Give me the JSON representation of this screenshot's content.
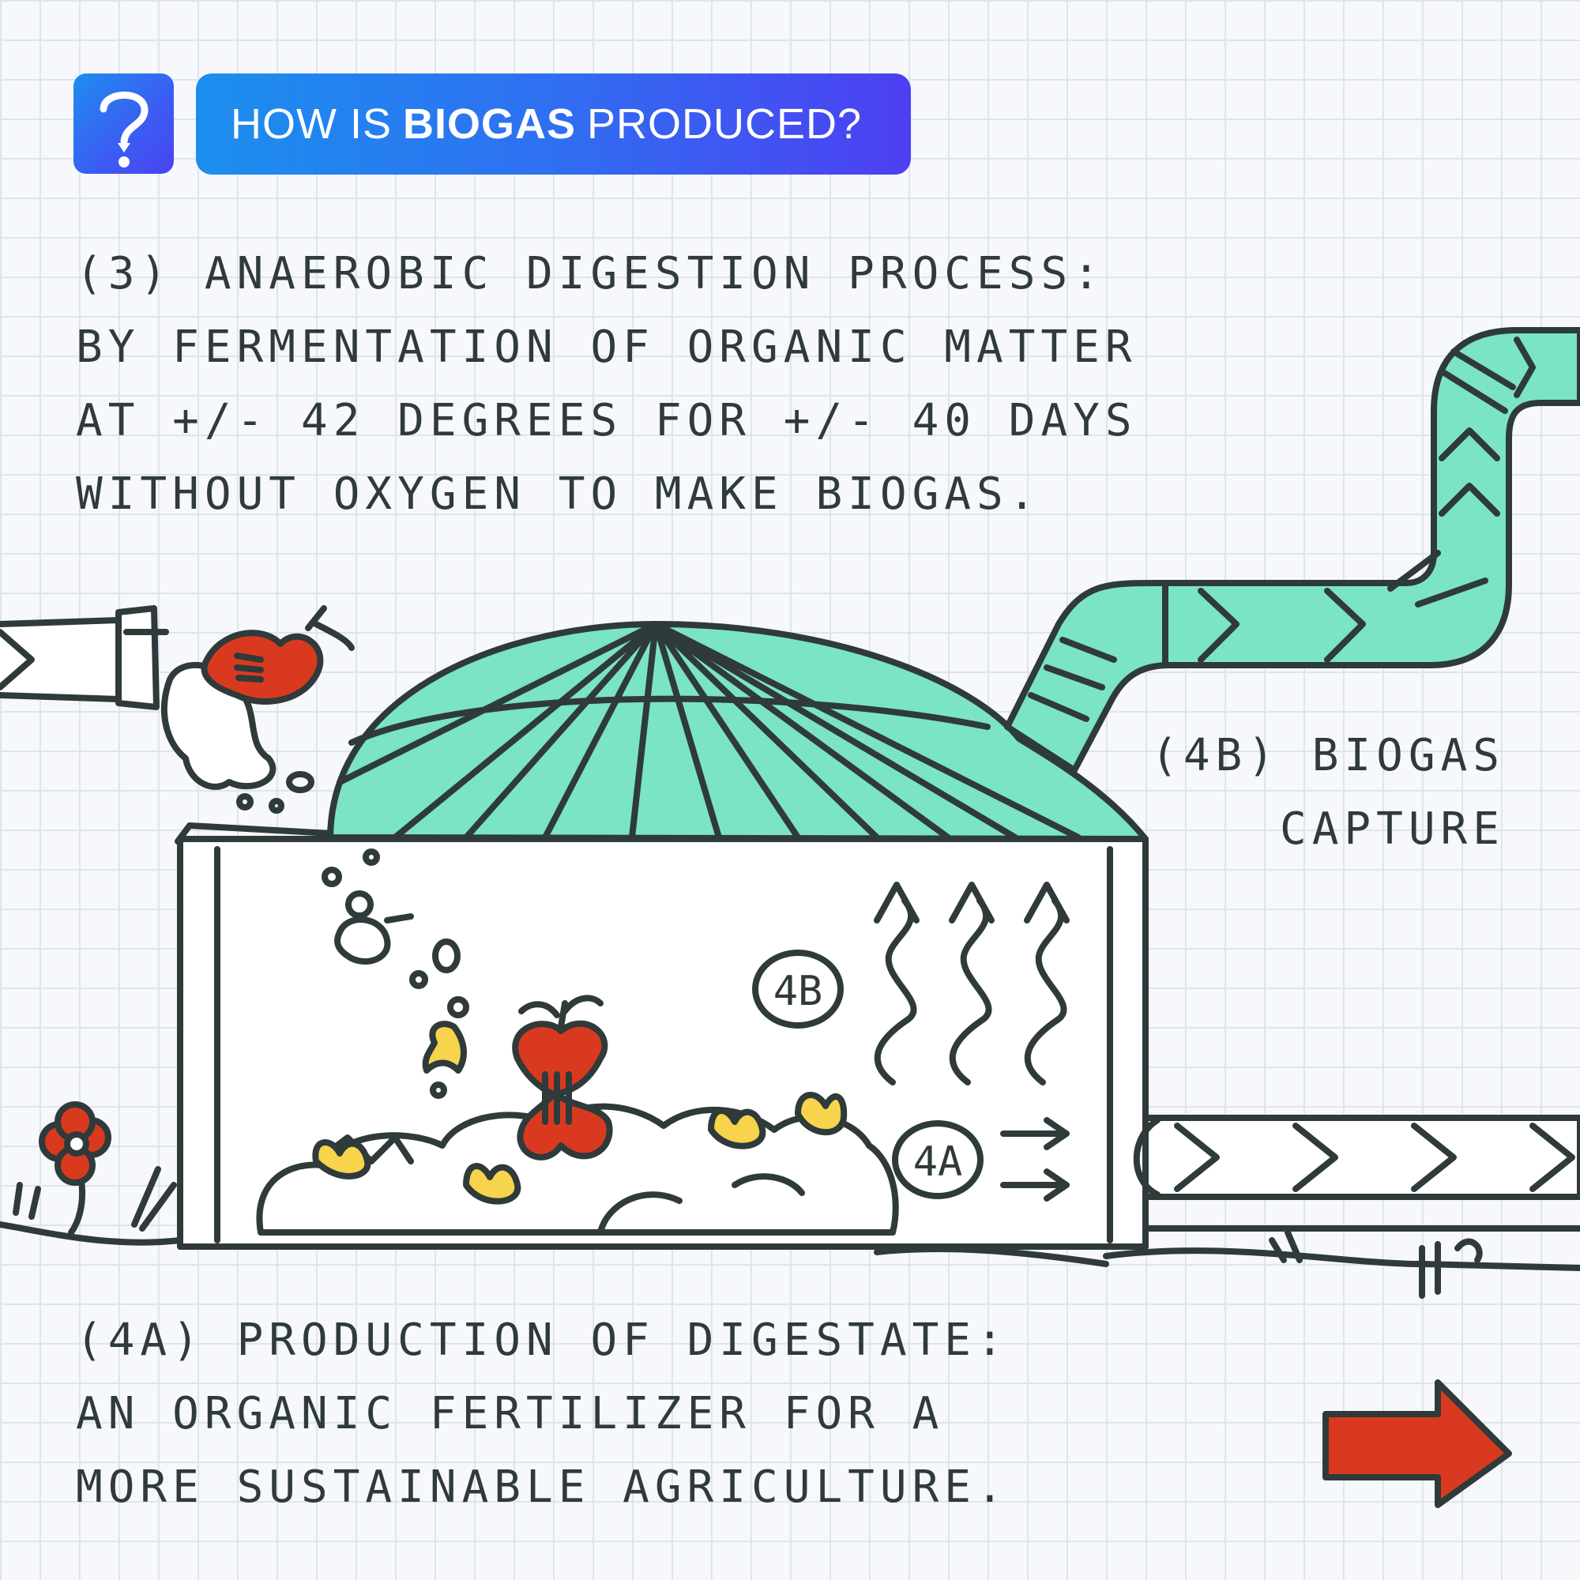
{
  "header": {
    "badge_icon": "question-mark-icon",
    "title_pre": "HOW IS",
    "title_bold": "BIOGAS",
    "title_post": "PRODUCED?"
  },
  "steps": {
    "anaerobic": {
      "lines": [
        "(3) ANAEROBIC DIGESTION PROCESS:",
        "BY FERMENTATION OF ORGANIC MATTER",
        "AT +/- 42 DEGREES FOR +/- 40 DAYS",
        "WITHOUT OXYGEN TO MAKE BIOGAS."
      ]
    },
    "biogas_capture": {
      "lines": [
        "(4B) BIOGAS",
        "CAPTURE"
      ]
    },
    "digestate": {
      "lines": [
        "(4A) PRODUCTION OF DIGESTATE:",
        "AN ORGANIC FERTILIZER FOR A",
        "MORE SUSTAINABLE AGRICULTURE."
      ]
    }
  },
  "diagram": {
    "label_4b": "4B",
    "label_4a": "4A"
  },
  "colors": {
    "teal": "#7be3c6",
    "outline": "#2f3a3a",
    "red": "#d93a1f",
    "yellow": "#f7d44c",
    "blue_start": "#1b8fee",
    "blue_end": "#4d3ff2"
  },
  "next_arrow": {
    "icon": "next-arrow-icon"
  }
}
